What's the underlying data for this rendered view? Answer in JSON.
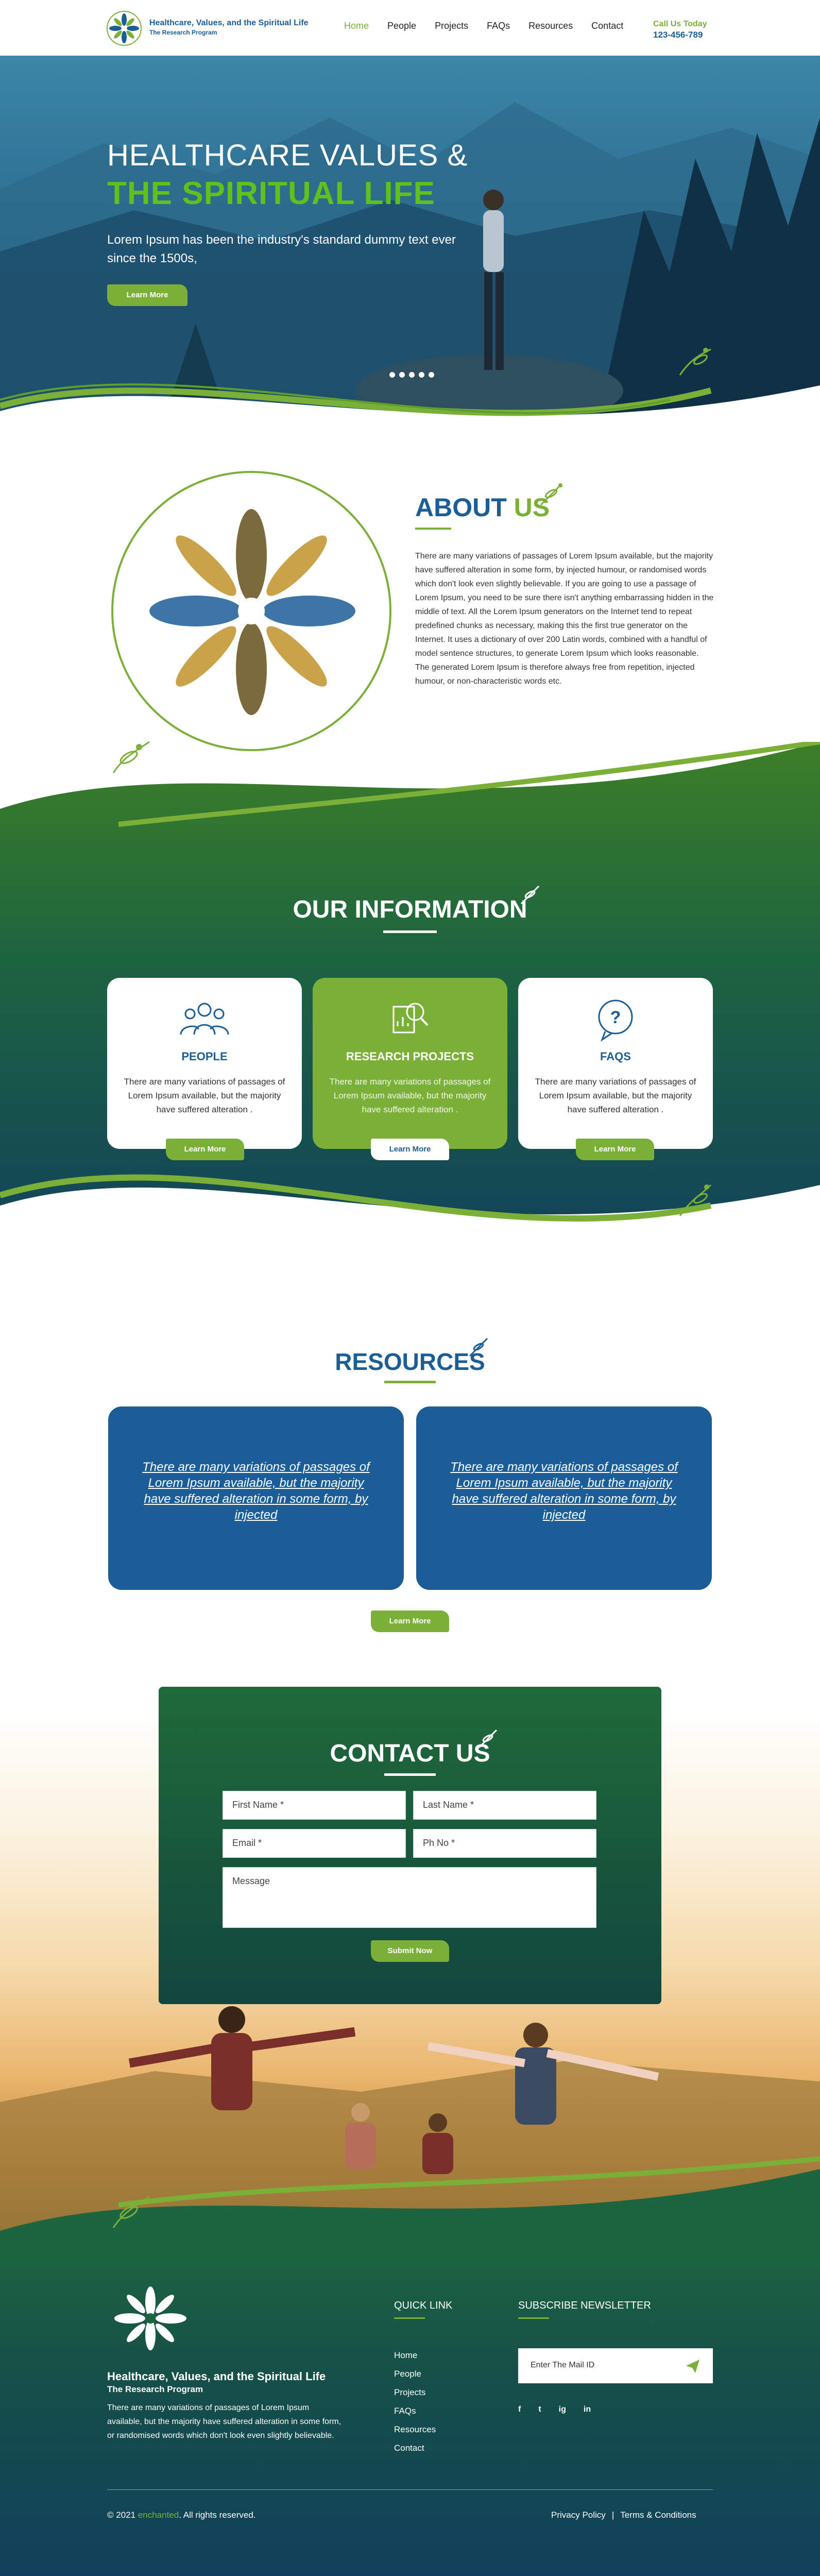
{
  "header": {
    "logo_title": "Healthcare, Values, and the Spiritual Life",
    "logo_subtitle": "The Research Program",
    "nav": [
      "Home",
      "People",
      "Projects",
      "FAQs",
      "Resources",
      "Contact"
    ],
    "call_label": "Call Us Today",
    "call_number": "123-456-789"
  },
  "hero": {
    "title_line1": "HEALTHCARE VALUES &",
    "title_line2": "THE SPIRITUAL LIFE",
    "text": "Lorem Ipsum has been the industry's standard dummy text ever since the 1500s,",
    "button": "Learn More"
  },
  "about": {
    "title": "ABOUT",
    "title_accent": "US",
    "text": "There are many variations of passages of Lorem Ipsum available, but the majority have suffered alteration in some form, by injected humour, or randomised words which don't look even slightly believable. If you are going to use a passage of Lorem Ipsum, you need to be sure there isn't anything embarrassing hidden in the middle of text. All the Lorem Ipsum generators on the Internet tend to repeat predefined chunks as necessary, making this the first true generator on the Internet. It uses a dictionary of over 200 Latin words, combined with a handful of model sentence structures, to generate Lorem Ipsum which looks reasonable. The generated Lorem Ipsum is therefore always free from repetition, injected humour, or non-characteristic words etc."
  },
  "information": {
    "title": "OUR INFORMATION",
    "cards": [
      {
        "title": "PEOPLE",
        "text": "There are many variations of passages of Lorem Ipsum available, but the majority have suffered alteration .",
        "button": "Learn More"
      },
      {
        "title": "RESEARCH PROJECTS",
        "text": "There are many variations of passages of Lorem Ipsum available, but the majority have suffered alteration .",
        "button": "Learn More"
      },
      {
        "title": "FAQS",
        "text": "There are many variations of passages of Lorem Ipsum available, but the majority have suffered alteration .",
        "button": "Learn More"
      }
    ]
  },
  "resources": {
    "title": "RESOURCES",
    "cards": [
      "There are many variations of passages of Lorem Ipsum available, but the majority have suffered alteration in some form, by injected",
      "There are many variations of passages of Lorem Ipsum available, but the majority have suffered alteration in some form, by injected"
    ],
    "button": "Learn More"
  },
  "contact": {
    "title": "CONTACT US",
    "first_name": "First Name *",
    "last_name": "Last Name *",
    "email": "Email *",
    "phone": "Ph No *",
    "message": "Message",
    "submit": "Submit Now"
  },
  "footer": {
    "title": "Healthcare, Values, and the Spiritual Life",
    "subtitle": "The Research Program",
    "text": "There are many variations of passages of Lorem Ipsum available, but the majority have suffered alteration in some form, or randomised words which don't look even slightly believable.",
    "quick_link_title": "QUICK LINK",
    "quick_links": [
      "Home",
      "People",
      "Projects",
      "FAQs",
      "Resources",
      "Contact"
    ],
    "newsletter_title": "SUBSCRIBE NEWSLETTER",
    "newsletter_placeholder": "Enter The Mail ID",
    "social": [
      "f",
      "t",
      "ig",
      "in"
    ],
    "copyright_prefix": "© 2021",
    "copyright_brand": "enchanted",
    "copyright_suffix": ". All rights reserved.",
    "privacy": "Privacy  Policy",
    "separator": "|",
    "terms": "Terms & Conditions"
  },
  "colors": {
    "brand_blue": "#1b5d96",
    "brand_green": "#7bb038",
    "hero_green": "#5ec21a",
    "dark_green": "#1d6440"
  }
}
